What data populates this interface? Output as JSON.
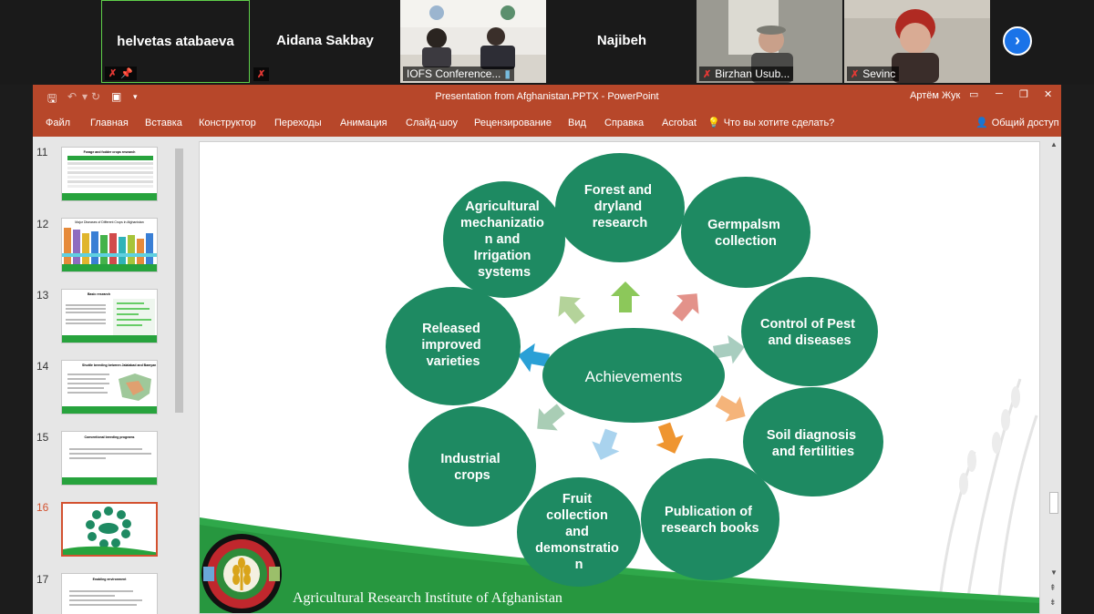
{
  "participants": [
    {
      "name": "helvetas atabaeva",
      "muted": true,
      "pinned": true
    },
    {
      "name": "Aidana Sakbay",
      "muted": true
    },
    {
      "label": "IOFS Conference..."
    },
    {
      "name": "Najibeh"
    },
    {
      "label": "Birzhan Usub...",
      "muted": true
    },
    {
      "label": "Sevinc",
      "muted": true
    }
  ],
  "next_icon": "chevron-right-icon",
  "window": {
    "title": "Presentation from Afghanistan.PPTX  -  PowerPoint",
    "user": "Артём Жук",
    "tabs": [
      "Файл",
      "Главная",
      "Вставка",
      "Конструктор",
      "Переходы",
      "Анимация",
      "Слайд-шоу",
      "Рецензирование",
      "Вид",
      "Справка",
      "Acrobat"
    ],
    "tell_me": "Что вы хотите сделать?",
    "share": "Общий доступ"
  },
  "thumbnails": [
    {
      "number": "11",
      "title": "Forage and fodder crops research"
    },
    {
      "number": "12",
      "title": "Major Diseases of Different Crops in Afghanistan"
    },
    {
      "number": "13",
      "title": "Basic research"
    },
    {
      "number": "14",
      "title": "Shuttle breeding between Jalalabad and Bamyan"
    },
    {
      "number": "15",
      "title": "Conventional breeding programs"
    },
    {
      "number": "16",
      "title": ""
    },
    {
      "number": "17",
      "title": "Enabling environment"
    }
  ],
  "selected_slide": "16",
  "slide": {
    "center": "Achievements",
    "bubbles": [
      {
        "lines": [
          "Forest and",
          "dryland",
          "research"
        ]
      },
      {
        "lines": [
          "Germpalsm",
          "collection"
        ]
      },
      {
        "lines": [
          "Control of Pest",
          "and diseases"
        ]
      },
      {
        "lines": [
          "Soil diagnosis",
          "and fertilities"
        ]
      },
      {
        "lines": [
          "Publication of",
          "research books"
        ]
      },
      {
        "lines": [
          "Fruit",
          "collection",
          "and",
          "demonstratio",
          "n"
        ]
      },
      {
        "lines": [
          "Industrial",
          "crops"
        ]
      },
      {
        "lines": [
          "Released",
          "improved",
          "varieties"
        ]
      },
      {
        "lines": [
          "Agricultural",
          "mechanizatio",
          "n and",
          "Irrigation",
          "systems"
        ]
      }
    ],
    "footer": "Agricultural Research Institute of Afghanistan"
  },
  "colors": {
    "ppt_red": "#b7472a",
    "bubble": "#1e8a62",
    "zoom_blue": "#1a73e8"
  }
}
